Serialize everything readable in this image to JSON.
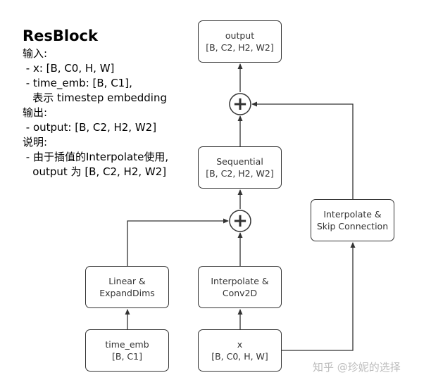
{
  "description": {
    "title": "ResBlock",
    "lines": [
      "输入:",
      " - x: [B, C0, H, W]",
      " - time_emb: [B, C1],",
      "   表示 timestep embedding",
      "输出:",
      " - output: [B, C2, H2, W2]",
      "说明:",
      " - 由于插值的Interpolate使用,",
      "   output 为 [B, C2, H2, W2]"
    ]
  },
  "nodes": {
    "output": {
      "line1": "output",
      "line2": "[B, C2, H2, W2]"
    },
    "sequential": {
      "line1": "Sequential",
      "line2": "[B, C2, H2, W2]"
    },
    "interpolate_skip": {
      "line1": "Interpolate &",
      "line2": "Skip Connection"
    },
    "linear_expand": {
      "line1": "Linear &",
      "line2": "ExpandDims"
    },
    "interpolate_conv": {
      "line1": "Interpolate &",
      "line2": "Conv2D"
    },
    "time_emb": {
      "line1": "time_emb",
      "line2": "[B, C1]"
    },
    "x": {
      "line1": "x",
      "line2": "[B, C0, H, W]"
    }
  },
  "operators": {
    "add_symbol": "+"
  },
  "watermark": "知乎 @珍妮的选择",
  "colors": {
    "stroke": "#333333",
    "node_text": "#333333",
    "watermark": "#bcbcbc"
  }
}
